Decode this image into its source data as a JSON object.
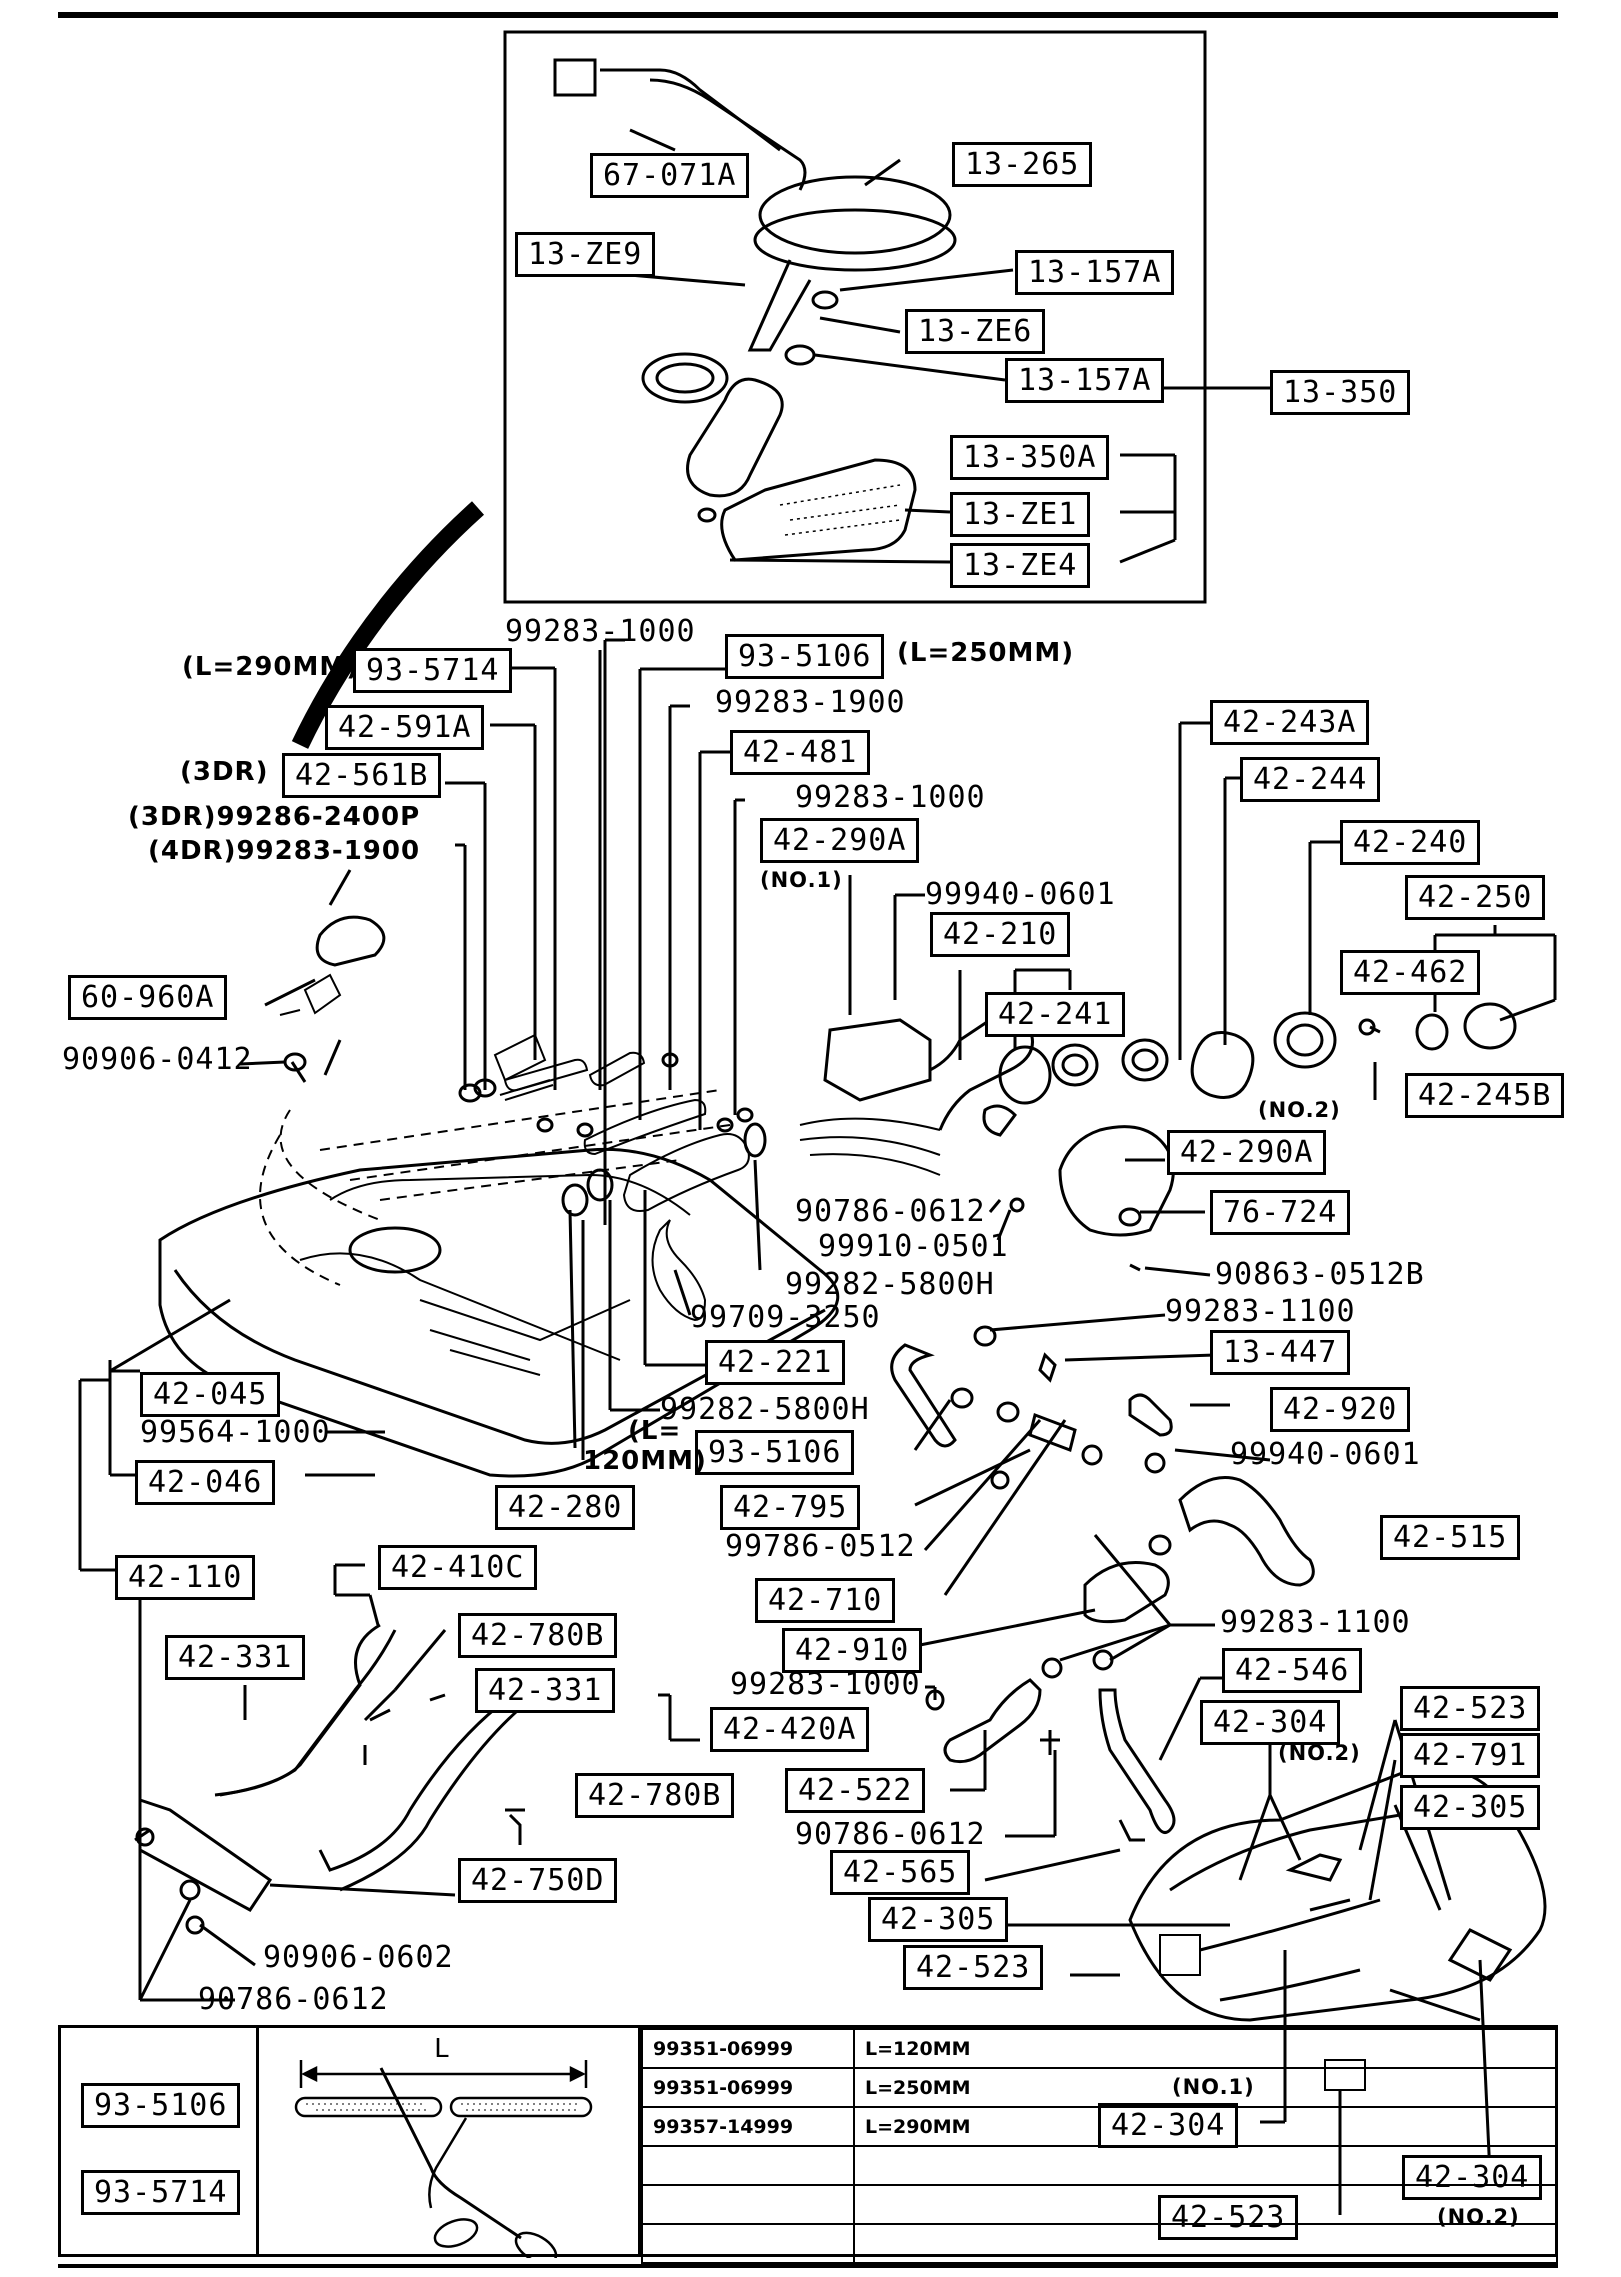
{
  "parts": {
    "p67_071A": "67-071A",
    "p13_265": "13-265",
    "p13_ZE9": "13-ZE9",
    "p13_157A_1": "13-157A",
    "p13_ZE6": "13-ZE6",
    "p13_157A_2": "13-157A",
    "p13_350": "13-350",
    "p13_350A": "13-350A",
    "p13_ZE1": "13-ZE1",
    "p13_ZE4": "13-ZE4",
    "p99283_1000_a": "99283-1000",
    "p93_5714": "93-5714",
    "l290": "(L=290MM)",
    "p93_5106_a": "93-5106",
    "l250": "(L=250MM)",
    "p99283_1900_a": "99283-1900",
    "p42_591A": "42-591A",
    "p42_481": "42-481",
    "p3dr_a": "(3DR)",
    "p42_561B": "42-561B",
    "p99283_1000_b": "99283-1000",
    "p3dr_b": "(3DR)99286-2400P",
    "p4dr": "(4DR)99283-1900",
    "p42_290A_a": "42-290A",
    "no1_a": "(NO.1)",
    "p99940_0601_a": "99940-0601",
    "p42_243A": "42-243A",
    "p42_244": "42-244",
    "p42_240": "42-240",
    "p42_250": "42-250",
    "p42_210": "42-210",
    "p42_462": "42-462",
    "p42_241": "42-241",
    "p60_960A": "60-960A",
    "p90906_0412": "90906-0412",
    "p42_245B": "42-245B",
    "no2_a": "(NO.2)",
    "p42_290A_b": "42-290A",
    "p90786_0612_a": "90786-0612",
    "p76_724": "76-724",
    "p99910_0501": "99910-0501",
    "p90863_0512B": "90863-0512B",
    "p99282_5800H_a": "99282-5800H",
    "p99709_3250": "99709-3250",
    "p99283_1100_a": "99283-1100",
    "p42_221": "42-221",
    "p13_447": "13-447",
    "p42_045": "42-045",
    "p99564_1000": "99564-1000",
    "p99282_5800H_b": "99282-5800H",
    "p42_920": "42-920",
    "l120_a": "(L=",
    "p93_5106_b": "93-5106",
    "p99940_0601_b": "99940-0601",
    "p42_046": "42-046",
    "l120_b": "120MM)",
    "p42_280": "42-280",
    "p42_795": "42-795",
    "p42_515": "42-515",
    "p99786_0512": "99786-0512",
    "p42_110": "42-110",
    "p42_410C": "42-410C",
    "p42_710": "42-710",
    "p42_780B_a": "42-780B",
    "p42_910": "42-910",
    "p99283_1100_b": "99283-1100",
    "p42_331_a": "42-331",
    "p42_331_b": "42-331",
    "p99283_1000_c": "99283-1000",
    "p42_546": "42-546",
    "p42_420A": "42-420A",
    "p42_304_a": "42-304",
    "p42_523_a": "42-523",
    "no2_b": "(NO.2)",
    "p42_791": "42-791",
    "p42_780B_b": "42-780B",
    "p42_522": "42-522",
    "p42_305_a": "42-305",
    "p90786_0612_b": "90786-0612",
    "p42_565": "42-565",
    "p42_750D": "42-750D",
    "p42_305_b": "42-305",
    "p90906_0602": "90906-0602",
    "p42_523_b": "42-523",
    "p90786_0612_c": "90786-0612",
    "no1_b": "(NO.1)",
    "p42_304_b": "42-304",
    "p42_523_c": "42-523",
    "p42_304_c": "42-304",
    "no2_c": "(NO.2)"
  },
  "table": {
    "left_labels": [
      "93-5106",
      "93-5714"
    ],
    "dimension_label": "L",
    "rows": [
      {
        "part": "99351-06999",
        "length": "L=120MM"
      },
      {
        "part": "99351-06999",
        "length": "L=250MM"
      },
      {
        "part": "99357-14999",
        "length": "L=290MM"
      },
      {
        "part": "",
        "length": ""
      },
      {
        "part": "",
        "length": ""
      },
      {
        "part": "",
        "length": ""
      }
    ]
  }
}
